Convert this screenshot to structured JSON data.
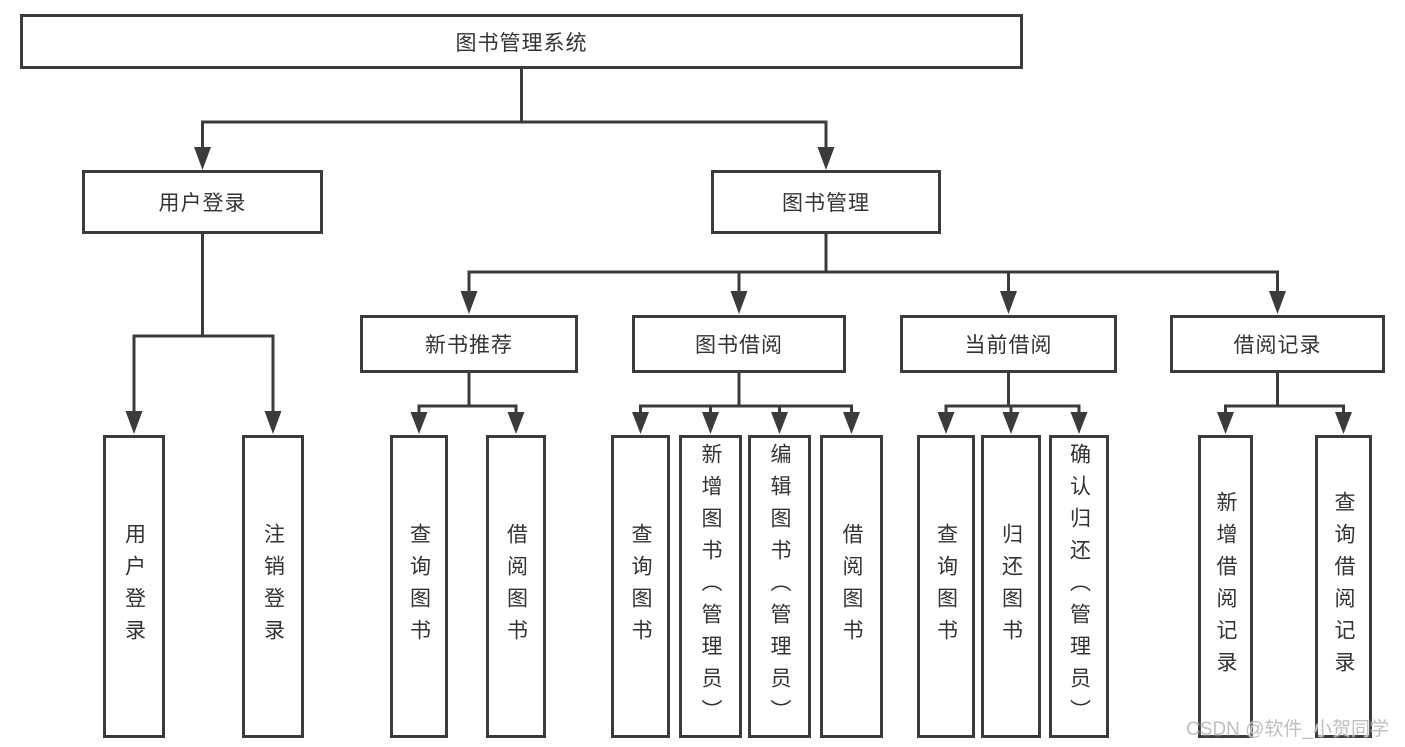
{
  "diagram": {
    "root": {
      "label": "图书管理系统"
    },
    "level2": [
      {
        "label": "用户登录"
      },
      {
        "label": "图书管理"
      }
    ],
    "level3": [
      {
        "label": "新书推荐"
      },
      {
        "label": "图书借阅"
      },
      {
        "label": "当前借阅"
      },
      {
        "label": "借阅记录"
      }
    ],
    "leaves": {
      "user_login": [
        {
          "label": "用户登录"
        },
        {
          "label": "注销登录"
        }
      ],
      "new_book_recommend": [
        {
          "label": "查询图书"
        },
        {
          "label": "借阅图书"
        }
      ],
      "book_borrow": [
        {
          "label": "查询图书"
        },
        {
          "label": "新增图书（管理员）"
        },
        {
          "label": "编辑图书（管理员）"
        },
        {
          "label": "借阅图书"
        }
      ],
      "current_borrow": [
        {
          "label": "查询图书"
        },
        {
          "label": "归还图书"
        },
        {
          "label": "确认归还（管理员）"
        }
      ],
      "borrow_records": [
        {
          "label": "新增借阅记录"
        },
        {
          "label": "查询借阅记录"
        }
      ]
    }
  },
  "watermark": {
    "text": "CSDN @软件_小贺同学"
  },
  "colors": {
    "border": "#3b3b3b",
    "line": "#3b3b3b",
    "text": "#333333",
    "background": "#ffffff",
    "watermark": "#bfbfbf"
  }
}
